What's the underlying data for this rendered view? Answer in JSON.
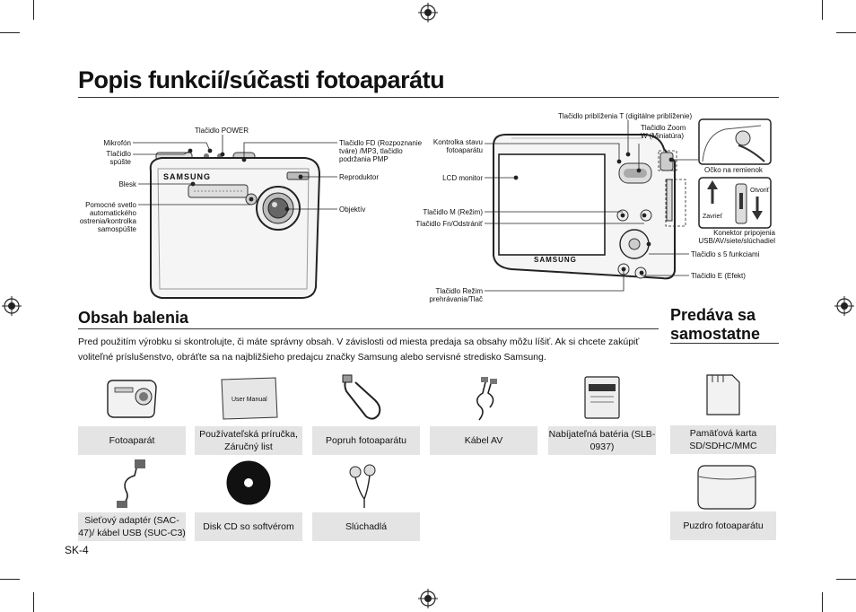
{
  "page": {
    "title": "Popis funkcií/súčasti fotoaparátu",
    "page_number": "SK-4"
  },
  "front_labels": {
    "power": "Tlačidlo POWER",
    "mic": "Mikrofón",
    "shutter": "Tlačidlo spúšte",
    "flash": "Blesk",
    "af_lamp": "Pomocné svetlo automatického ostrenia/kontrolka samospúšte",
    "fd_button": "Tlačidlo FD (Rozpoznanie tváre) /MP3, tlačidlo podržania PMP",
    "speaker": "Reproduktor",
    "lens": "Objektív"
  },
  "back_labels": {
    "zoom_t": "Tlačidlo priblíženia T (digitálne priblíženie)",
    "zoom_w": "Tlačidlo Zoom W (Miniatúra)",
    "status_lamp": "Kontrolka stavu fotoaparátu",
    "lcd": "LCD monitor",
    "mode": "Tlačidlo M (Režim)",
    "fn_delete": "Tlačidlo Fn/Odstrániť",
    "five_way": "Tlačidlo s 5 funkciami",
    "effect": "Tlačidlo E (Efekt)",
    "playback": "Tlačidlo Režim prehrávania/Tlač",
    "strap_eyelet": "Očko na remienok",
    "connector": "Konektor pripojenia USB/AV/siete/slúchadiel",
    "close": "Zavrieť",
    "open": "Otvoriť"
  },
  "contents": {
    "heading": "Obsah balenia",
    "intro": "Pred použitím výrobku si skontrolujte, či máte správny obsah. V závislosti od miesta predaja sa obsahy môžu líšiť. Ak si chcete zakúpiť voliteľné príslušenstvo, obráťte sa na najbližšieho predajcu značky Samsung alebo servisné stredisko Samsung.",
    "row1": [
      "Fotoaparát",
      "Používateľská príručka, Záručný list",
      "Popruh fotoaparátu",
      "Kábel AV",
      "Nabíjateľná batéria (SLB-0937)"
    ],
    "row2": [
      "Sieťový adaptér (SAC-47)/ kábel USB (SUC-C3)",
      "Disk CD so softvérom",
      "Slúchadlá"
    ],
    "manual_cover_text": "User Manual"
  },
  "separately": {
    "heading": "Predáva sa samostatne",
    "items": [
      "Pamäťová karta SD/SDHC/MMC",
      "Puzdro fotoaparátu"
    ]
  },
  "brand": "SAMSUNG"
}
